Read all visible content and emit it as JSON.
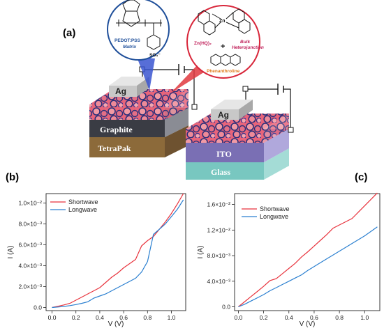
{
  "panels": {
    "a": "(a)",
    "b": "(b)",
    "c": "(c)"
  },
  "schematic": {
    "left_device": {
      "electrode": "Ag",
      "layers": [
        "Graphite",
        "TetraPak"
      ]
    },
    "right_device": {
      "electrode": "Ag",
      "layers": [
        "ITO",
        "Glass"
      ]
    },
    "polymer_callout": {
      "title": "PEDOT:PSS",
      "subtitle": "Matrix",
      "group": "SO₃⁻"
    },
    "complex_callout": {
      "complex": "Zn(HQ)₂",
      "plus": "+",
      "additive": "Phenanthroline",
      "note_line1": "Bulk",
      "note_line2": "Heterojunction",
      "metal": "Zn"
    },
    "colors": {
      "graphite_top": "#555760",
      "graphite_front": "#3a3c44",
      "tetrapak": "#8c6a3a",
      "ito": "#7a6fb4",
      "glass": "#78c7c0",
      "silver": "#c8c8c8",
      "active_layer": "#e8647a",
      "network": "#2a2f7a",
      "polymer_circle": "#1f4f9a",
      "complex_circle": "#d8263a"
    }
  },
  "chart_data": [
    {
      "id": "b",
      "type": "line",
      "xlabel": "V (V)",
      "ylabel": "I (A)",
      "xlim": [
        -0.05,
        1.12
      ],
      "ylim": [
        -0.0003,
        0.0109
      ],
      "xticks": [
        0.0,
        0.2,
        0.4,
        0.6,
        0.8,
        1.0
      ],
      "xtick_labels": [
        "0.0",
        "0.2",
        "0.4",
        "0.6",
        "0.8",
        "1.0"
      ],
      "yticks": [
        0.0,
        0.002,
        0.004,
        0.006,
        0.008,
        0.01
      ],
      "ytick_labels": [
        "0.0",
        "2.0×10⁻³",
        "4.0×10⁻³",
        "6.0×10⁻³",
        "8.0×10⁻³",
        "1.0×10⁻²"
      ],
      "legend_position": "top-left",
      "grid": false,
      "series": [
        {
          "name": "Shortwave",
          "color": "#e8323c",
          "x": [
            0.0,
            0.05,
            0.1,
            0.15,
            0.2,
            0.25,
            0.3,
            0.35,
            0.4,
            0.45,
            0.5,
            0.55,
            0.6,
            0.65,
            0.7,
            0.75,
            0.8,
            0.85,
            0.9,
            0.95,
            1.0,
            1.05,
            1.1
          ],
          "y": [
            0.0,
            0.00012,
            0.00025,
            0.0004,
            0.0007,
            0.001,
            0.0013,
            0.0016,
            0.0019,
            0.0024,
            0.0029,
            0.0033,
            0.0038,
            0.0042,
            0.0046,
            0.0059,
            0.0064,
            0.0068,
            0.0075,
            0.0082,
            0.009,
            0.0099,
            0.0109
          ]
        },
        {
          "name": "Longwave",
          "color": "#2a7fd0",
          "x": [
            0.0,
            0.05,
            0.1,
            0.15,
            0.2,
            0.25,
            0.3,
            0.35,
            0.4,
            0.45,
            0.5,
            0.55,
            0.6,
            0.65,
            0.7,
            0.75,
            0.8,
            0.85,
            0.9,
            0.95,
            1.0,
            1.05,
            1.1
          ],
          "y": [
            0.0,
            5e-05,
            0.0001,
            0.00018,
            0.00028,
            0.0004,
            0.00055,
            0.0009,
            0.0011,
            0.0013,
            0.0016,
            0.0019,
            0.0022,
            0.0025,
            0.0028,
            0.0034,
            0.0044,
            0.007,
            0.0075,
            0.008,
            0.0087,
            0.0094,
            0.0103
          ]
        }
      ]
    },
    {
      "id": "c",
      "type": "line",
      "xlabel": "V (V)",
      "ylabel": "I (A)",
      "xlim": [
        -0.03,
        1.12
      ],
      "ylim": [
        -0.0006,
        0.0177
      ],
      "xticks": [
        0.0,
        0.2,
        0.4,
        0.6,
        0.8,
        1.0
      ],
      "xtick_labels": [
        "0.0",
        "0.2",
        "0.4",
        "0.6",
        "0.8",
        "1.0"
      ],
      "yticks": [
        0.0,
        0.004,
        0.008,
        0.012,
        0.016
      ],
      "ytick_labels": [
        "0.0",
        "4.0×10⁻³",
        "8.0×10⁻³",
        "1.2×10⁻²",
        "1.6×10⁻²"
      ],
      "legend_position": "top-left",
      "grid": false,
      "series": [
        {
          "name": "Shortwave",
          "color": "#e8323c",
          "x": [
            0.0,
            0.05,
            0.1,
            0.15,
            0.2,
            0.25,
            0.3,
            0.35,
            0.4,
            0.45,
            0.5,
            0.55,
            0.6,
            0.65,
            0.7,
            0.75,
            0.8,
            0.85,
            0.9,
            0.95,
            1.0,
            1.05,
            1.1
          ],
          "y": [
            0.0,
            0.0008,
            0.0016,
            0.0024,
            0.0032,
            0.0041,
            0.0044,
            0.0052,
            0.006,
            0.0068,
            0.0078,
            0.0086,
            0.0095,
            0.0104,
            0.0113,
            0.0123,
            0.0128,
            0.0133,
            0.0138,
            0.0148,
            0.0158,
            0.0168,
            0.0178
          ]
        },
        {
          "name": "Longwave",
          "color": "#2a7fd0",
          "x": [
            0.0,
            0.05,
            0.1,
            0.15,
            0.2,
            0.25,
            0.3,
            0.35,
            0.4,
            0.45,
            0.5,
            0.55,
            0.6,
            0.65,
            0.7,
            0.75,
            0.8,
            0.85,
            0.9,
            0.95,
            1.0,
            1.05,
            1.1
          ],
          "y": [
            0.0,
            0.0004,
            0.0009,
            0.0014,
            0.0019,
            0.0025,
            0.003,
            0.0035,
            0.004,
            0.0045,
            0.005,
            0.0057,
            0.0063,
            0.0069,
            0.0075,
            0.0081,
            0.0087,
            0.0093,
            0.0099,
            0.0105,
            0.0111,
            0.0118,
            0.0125
          ]
        }
      ]
    }
  ]
}
